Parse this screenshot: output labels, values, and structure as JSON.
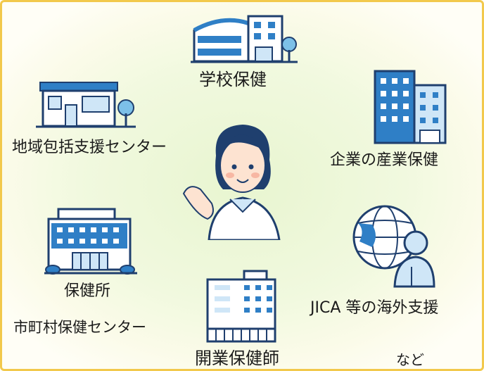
{
  "labels": {
    "school": "学校保健",
    "community": "地域包括支援センター",
    "company": "企業の産業保健",
    "health_center": "保健所",
    "municipal": "市町村保健センター",
    "overseas": "JICA 等の海外支援",
    "private_practice": "開業保健師",
    "etc": "など"
  },
  "colors": {
    "blue": "#2f7fc6",
    "light_blue": "#cfe6f7",
    "navy": "#1f3f6e",
    "border": "#f2c94c"
  }
}
